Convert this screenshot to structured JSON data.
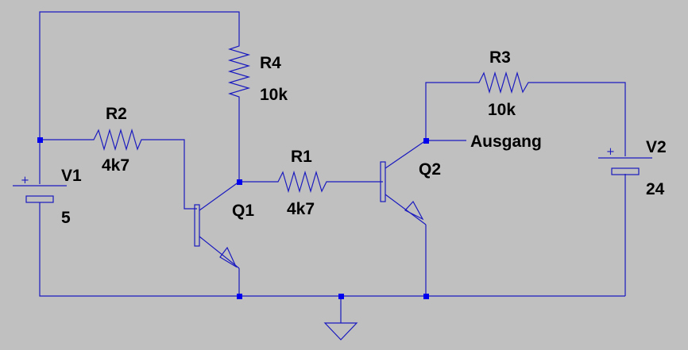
{
  "components": {
    "r1": {
      "name": "R1",
      "value": "4k7"
    },
    "r2": {
      "name": "R2",
      "value": "4k7"
    },
    "r3": {
      "name": "R3",
      "value": "10k"
    },
    "r4": {
      "name": "R4",
      "value": "10k"
    },
    "q1": {
      "name": "Q1"
    },
    "q2": {
      "name": "Q2"
    },
    "v1": {
      "name": "V1",
      "value": "5",
      "polarity": "+"
    },
    "v2": {
      "name": "V2",
      "value": "24",
      "polarity": "+"
    }
  },
  "nets": {
    "output_label": "Ausgang"
  },
  "colors": {
    "background": "#c0c0c0",
    "wire": "#1a1abf",
    "junction": "#0000ee",
    "text": "#000000"
  }
}
